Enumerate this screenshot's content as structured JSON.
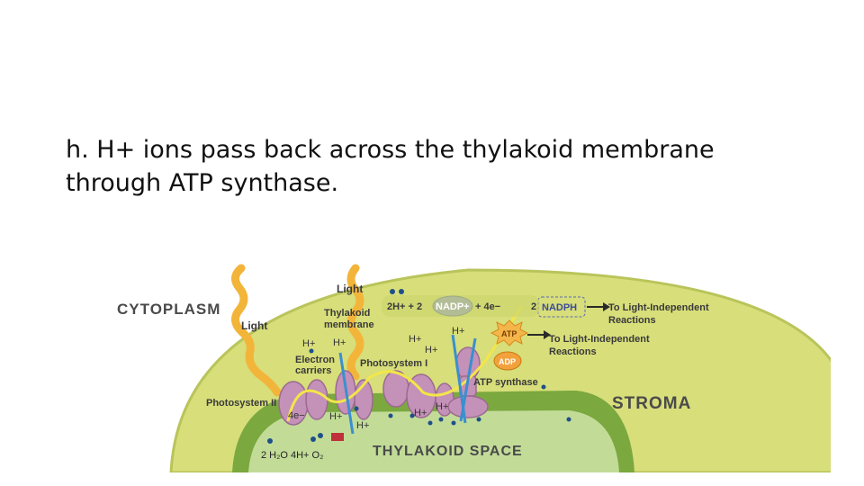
{
  "slide": {
    "text": "h. H+ ions pass back across the thylakoid membrane through ATP synthase."
  },
  "diagram": {
    "cytoplasm": "CYTOPLASM",
    "stroma": "STROMA",
    "thylakoid_space": "THYLAKOID SPACE",
    "light_top": "Light",
    "light_left": "Light",
    "thylakoid_membrane": "Thylakoid\nmembrane",
    "electron_carriers": "Electron\ncarriers",
    "photosystem_1": "Photosystem I",
    "photosystem_2": "Photosystem II",
    "atp_synthase": "ATP synthase",
    "nadp_equation_left": "2H+ + 2",
    "nadp": "NADP+",
    "nadp_equation_right": "+ 4e−",
    "nadph_coef": "2",
    "nadph": "NADPH",
    "atp": "ATP",
    "adp": "ADP",
    "to_light_independent_1": "To Light-Independent\nReactions",
    "to_light_independent_2": "To Light-Independent\nReactions",
    "water_equation": "2 H₂O  4H+  O₂",
    "e4_ps2": "4e−",
    "ion_label": "H+"
  },
  "colors": {
    "stroma": "#d7de7a",
    "thylakoid_membrane": "#7ba83f",
    "thylakoid_space": "#c2dc98",
    "protein": "#c491b8",
    "electron_path": "#f2e64a",
    "h_ion_flow": "#3a8fd0",
    "light": "#f2b53a",
    "nadp_oval": "#8f9cd8",
    "atp_star": "#f4b64a",
    "adp_oval": "#f2a13c"
  }
}
